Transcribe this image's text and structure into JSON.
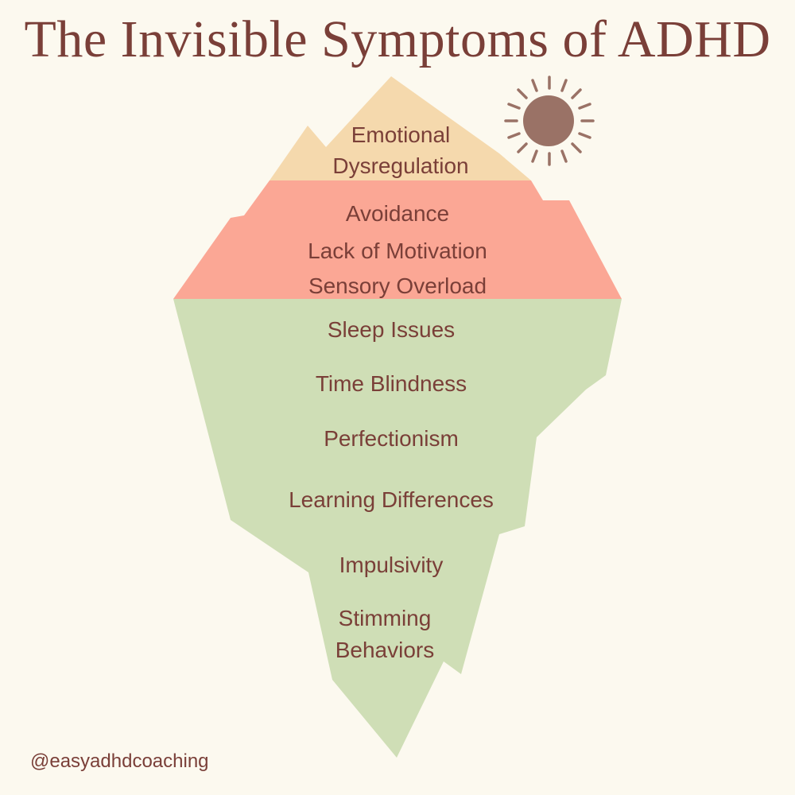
{
  "title": "The Invisible Symptoms of ADHD",
  "handle": "@easyadhdcoaching",
  "colors": {
    "background": "#fcf9ef",
    "text": "#7a3f38",
    "peak": "#f5d9ad",
    "middle": "#fba795",
    "underwater": "#cfdeb6",
    "sun": "#9a7266"
  },
  "peak_layer": {
    "lines": [
      "Emotional",
      "Dysregulation"
    ]
  },
  "middle_layer": {
    "items": [
      "Avoidance",
      "Lack of Motivation",
      "Sensory Overload"
    ]
  },
  "underwater_layer": {
    "items": [
      "Sleep Issues",
      "Time Blindness",
      "Perfectionism",
      "Learning Differences",
      "Impulsivity"
    ],
    "last_item_lines": [
      "Stimming",
      "Behaviors"
    ]
  }
}
